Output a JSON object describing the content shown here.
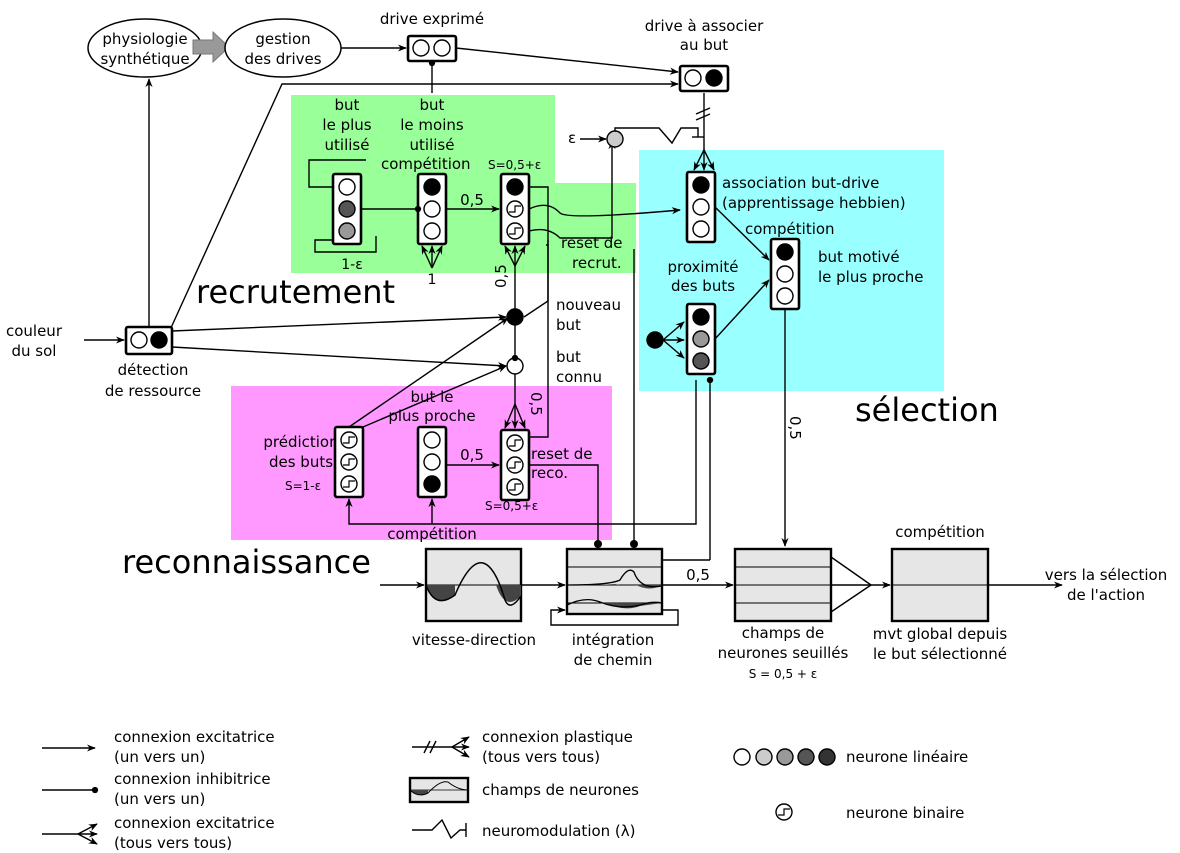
{
  "colors": {
    "recruitment_zone": "#99ff99",
    "recognition_zone": "#ff99ff",
    "selection_zone": "#99ffff",
    "neuron_white": "#ffffff",
    "neuron_light": "#cccccc",
    "neuron_mid": "#999999",
    "neuron_dark": "#555555",
    "neuron_black": "#000000",
    "field_fill": "#e6e6e6",
    "curve_fill": "#444444",
    "arrow_fill": "#999999"
  },
  "regions": {
    "recruitment": "recrutement",
    "recognition": "reconnaissance",
    "selection": "sélection"
  },
  "blocks": {
    "physiology": [
      "physiologie",
      "synthétique"
    ],
    "drives_management": [
      "gestion",
      "des drives"
    ],
    "expressed_drive": "drive exprimé",
    "drive_to_associate": [
      "drive à associer",
      "au but"
    ],
    "most_used_goal": [
      "but",
      "le plus",
      "utilisé"
    ],
    "least_used_goal": [
      "but",
      "le moins",
      "utilisé"
    ],
    "competition": "compétition",
    "threshold_plus": "S=0,5+ε",
    "threshold_minus": "S=1-ε",
    "epsilon": "ε",
    "one_minus_epsilon": "1-ε",
    "one": "1",
    "weight_half": "0,5",
    "reset_recruitment": [
      "reset de",
      "recrut."
    ],
    "new_goal": [
      "nouveau",
      "but"
    ],
    "known_goal": [
      "but",
      "connu"
    ],
    "reset_recognition": [
      "reset de",
      "reco."
    ],
    "ground_color": [
      "couleur",
      "du sol"
    ],
    "resource_detection": [
      "détection",
      "de ressource"
    ],
    "goal_prediction": [
      "prédiction",
      "des buts"
    ],
    "nearest_goal": [
      "but le",
      "plus proche"
    ],
    "association": [
      "association but-drive",
      "(apprentissage hebbien)"
    ],
    "goal_proximity": [
      "proximité",
      "des buts"
    ],
    "motivated_goal": [
      "but motivé",
      "le plus proche"
    ],
    "speed_direction": "vitesse-direction",
    "path_integration": [
      "intégration",
      "de chemin"
    ],
    "threshold_fields": [
      "champs de",
      "neurones seuillés"
    ],
    "threshold_fields_formula": "S = 0,5 + ε",
    "global_movement": [
      "mvt global depuis",
      "le but sélectionné"
    ],
    "to_action": [
      "vers la sélection",
      "de l'action"
    ]
  },
  "legend": {
    "excitatory": [
      "connexion excitatrice",
      "(un vers un)"
    ],
    "inhibitory": [
      "connexion inhibitrice",
      "(un vers un)"
    ],
    "excitatory_all": [
      "connexion excitatrice",
      "(tous vers tous)"
    ],
    "plastic": [
      "connexion plastique",
      "(tous vers tous)"
    ],
    "neural_fields": "champs de neurones",
    "neuromodulation": "neuromodulation (λ)",
    "linear_neuron": "neurone linéaire",
    "binary_neuron": "neurone binaire"
  }
}
